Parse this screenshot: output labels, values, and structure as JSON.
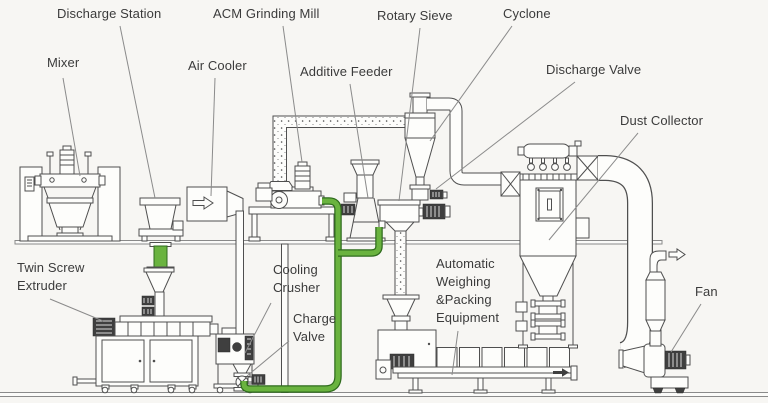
{
  "diagram": {
    "labels": {
      "discharge_station": "Discharge Station",
      "acm_grinding_mill": "ACM Grinding Mill",
      "rotary_sieve": "Rotary Sieve",
      "cyclone": "Cyclone",
      "mixer": "Mixer",
      "air_cooler": "Air Cooler",
      "additive_feeder": "Additive Feeder",
      "discharge_valve": "Discharge Valve",
      "dust_collector": "Dust Collector",
      "twin_screw_extruder": "Twin Screw\nExtruder",
      "cooling_crusher": "Cooling\nCrusher",
      "charge_valve": "Charge\nValve",
      "weighing_packing": "Automatic\nWeighing\n&Packing\nEquipment",
      "fan": "Fan"
    },
    "icons": {
      "air_cooler_flow_arrow": "⇨",
      "fan_exhaust_arrow": "⇨",
      "conveyor_direction_arrow": "→"
    },
    "colors": {
      "pipe_green": "#6ab33f",
      "pipe_green_outline": "#2f6b1d",
      "line": "#4f4f4f",
      "leader_line": "#8b8b8b",
      "background": "#f7f6f3",
      "label_text": "#3b3b3b"
    }
  }
}
